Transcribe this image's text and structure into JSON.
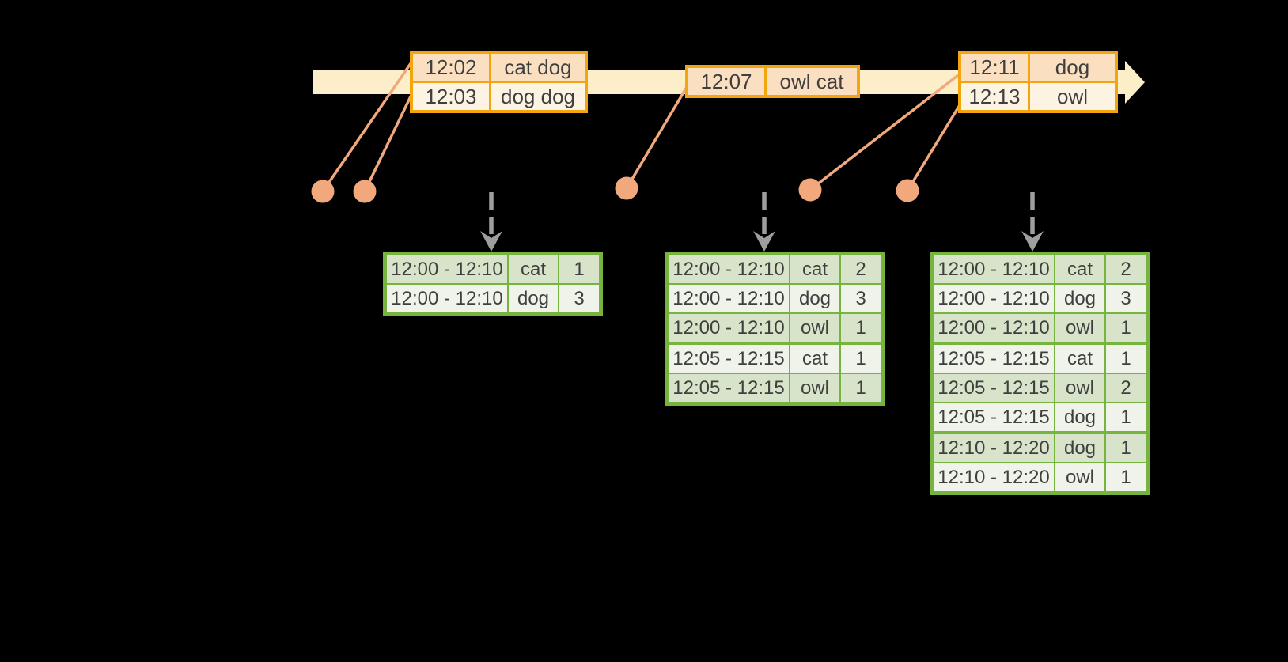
{
  "colors": {
    "background": "#000000",
    "timeline_fill": "#FBEEC8",
    "event_border": "#F2A50C",
    "event_row_odd": "#FADFC1",
    "event_row_even": "#FDF3E3",
    "connector": "#F1A87C",
    "trigger_arrow": "#9E9E9E",
    "result_border": "#77B43F",
    "result_row_odd": "#D8E4CA",
    "result_row_even": "#EFF3EA",
    "text": "#3F3F3F"
  },
  "icons": {
    "timeline_arrowhead": "css-triangle-right",
    "event_dot": "svg-filled-circle",
    "trigger_arrow": "svg-dashed-down-arrow"
  },
  "event_tables": [
    {
      "rows": [
        [
          "12:02",
          "cat dog"
        ],
        [
          "12:03",
          "dog dog"
        ]
      ]
    },
    {
      "rows": [
        [
          "12:07",
          "owl cat"
        ]
      ]
    },
    {
      "rows": [
        [
          "12:11",
          "dog"
        ],
        [
          "12:13",
          "owl"
        ]
      ]
    }
  ],
  "result_tables": [
    {
      "rows": [
        [
          "12:00 - 12:10",
          "cat",
          "1"
        ],
        [
          "12:00 - 12:10",
          "dog",
          "3"
        ]
      ],
      "group_starts": []
    },
    {
      "rows": [
        [
          "12:00 - 12:10",
          "cat",
          "2"
        ],
        [
          "12:00 - 12:10",
          "dog",
          "3"
        ],
        [
          "12:00 - 12:10",
          "owl",
          "1"
        ],
        [
          "12:05 - 12:15",
          "cat",
          "1"
        ],
        [
          "12:05 - 12:15",
          "owl",
          "1"
        ]
      ],
      "group_starts": [
        3
      ]
    },
    {
      "rows": [
        [
          "12:00 - 12:10",
          "cat",
          "2"
        ],
        [
          "12:00 - 12:10",
          "dog",
          "3"
        ],
        [
          "12:00 - 12:10",
          "owl",
          "1"
        ],
        [
          "12:05 - 12:15",
          "cat",
          "1"
        ],
        [
          "12:05 - 12:15",
          "owl",
          "2"
        ],
        [
          "12:05 - 12:15",
          "dog",
          "1"
        ],
        [
          "12:10 - 12:20",
          "dog",
          "1"
        ],
        [
          "12:10 - 12:20",
          "owl",
          "1"
        ]
      ],
      "group_starts": [
        3,
        6
      ]
    }
  ]
}
